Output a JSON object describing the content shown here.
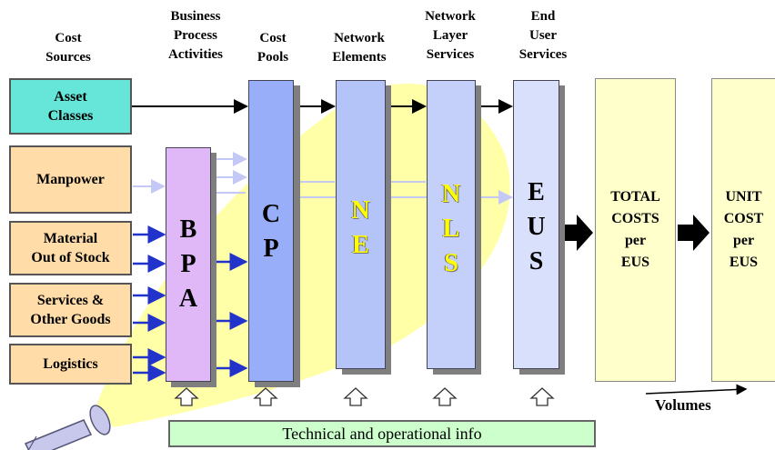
{
  "headers": {
    "cost_sources": "Cost\nSources",
    "bpa": "Business\nProcess\nActivities",
    "cost_pools": "Cost\nPools",
    "network_elements": "Network\nElements",
    "network_layer_services": "Network\nLayer\nServices",
    "end_user_services": "End\nUser\nServices"
  },
  "sources": {
    "asset_classes": "Asset\nClasses",
    "manpower": "Manpower",
    "material": "Material\nOut of Stock",
    "services_goods": "Services &\nOther Goods",
    "logistics": "Logistics"
  },
  "columns": {
    "bpa_letters": [
      "B",
      "P",
      "A"
    ],
    "cp_letters": [
      "C",
      "P"
    ],
    "ne_letters": [
      "N",
      "E"
    ],
    "nls_letters": [
      "N",
      "L",
      "S"
    ],
    "eus_letters": [
      "E",
      "U",
      "S"
    ]
  },
  "results": {
    "total_costs": "TOTAL\nCOSTS\nper\nEUS",
    "unit_cost": "UNIT\nCOST\nper\nEUS"
  },
  "footer": {
    "volumes": "Volumes",
    "info": "Technical and operational info"
  },
  "colors": {
    "asset_fill": "#66e6d8",
    "source_fill": "#ffdca8",
    "bpa_fill": "#e0b8f8",
    "cp_fill": "#99aef8",
    "ne_fill": "#b4c4f8",
    "nls_fill": "#c4d0fa",
    "eus_fill": "#d8e0fc",
    "result_fill": "#ffffcc",
    "spot_fill": "#ffff99",
    "info_fill": "#ccffcc",
    "arrow_blue": "#2233cc",
    "arrow_light": "#c4c8f4"
  }
}
